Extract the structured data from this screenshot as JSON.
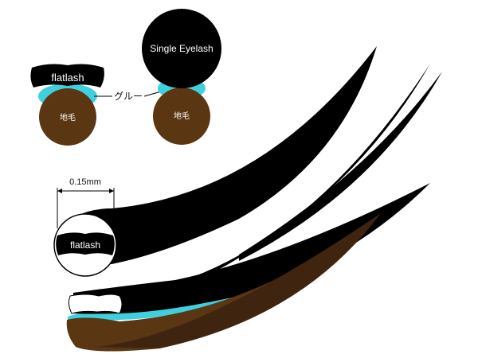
{
  "labels": {
    "flatlash_top": "flatlash",
    "glue": "グルー",
    "natural_lash_left": "地毛",
    "single_eyelash": "Single Eyelash",
    "natural_lash_right": "地毛",
    "width_dimension": "0.15mm",
    "flatlash_cross_section": "flatlash"
  },
  "colors": {
    "lash_black": "#000000",
    "natural_lash_brown": "#5a3612",
    "natural_lash_brown_dark": "#3f2410",
    "glue_cyan": "#3fd0e0",
    "glue_cyan_light": "#5fe3ee",
    "background": "#ffffff"
  }
}
